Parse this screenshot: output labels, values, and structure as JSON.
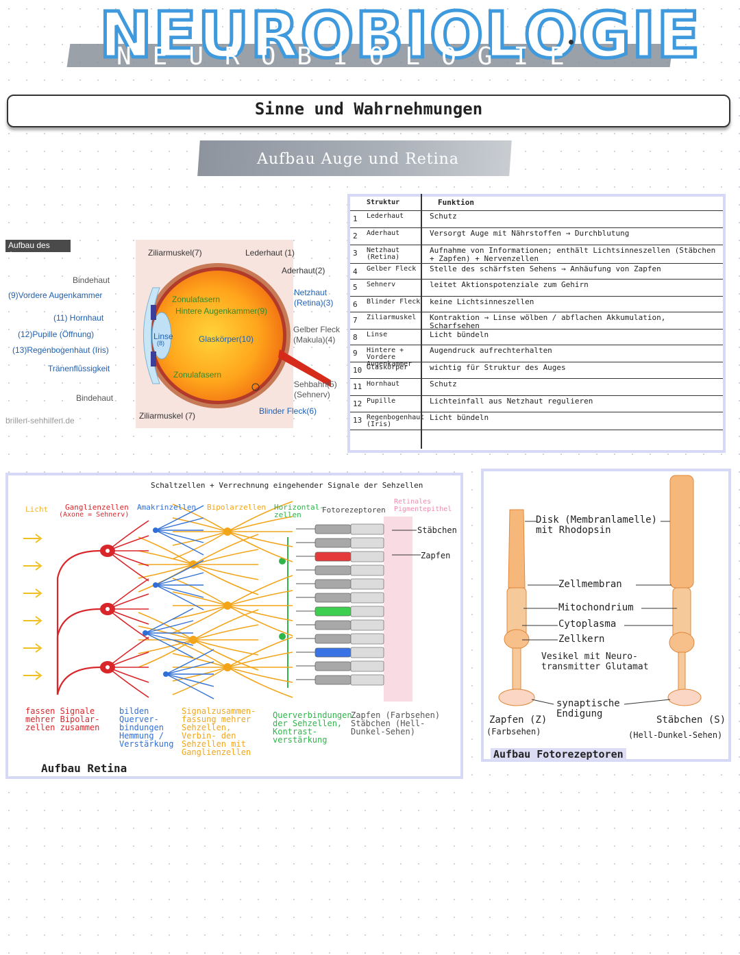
{
  "header": {
    "title_outline": "NEUROBIOLOGIE",
    "title_spaced": "NEUROBIOLOGIE",
    "subject": "Sinne und Wahrnehmungen",
    "section": "Aufbau Auge und Retina"
  },
  "eye_figure": {
    "caption": "Aufbau des Auges",
    "source": "brillen-sehhilfen.de",
    "labels": {
      "ziliarmuskel_top": "Ziliarmuskel(7)",
      "lederhaut": "Lederhaut (1)",
      "aderhaut": "Aderhaut(2)",
      "bindehaut_top": "Bindehaut",
      "vordere_augenkammer": "(9)Vordere Augenkammer",
      "zonulafasern_top": "Zonulafasern",
      "hintere_augenkammer": "Hintere Augenkammer(9)",
      "netzhaut": "Netzhaut",
      "retina": "(Retina)(3)",
      "hornhaut": "(11) Hornhaut",
      "linse": "Linse",
      "linse_num": "(8)",
      "pupille": "(12)Pupille (Öffnung)",
      "glaskoerper": "Glaskörper(10)",
      "gelber_fleck": "Gelber Fleck",
      "makula": "(Makula)(4)",
      "regenbogenhaut": "(13)Regenbogenhaut (Iris)",
      "traenenfluessigkeit": "Tränenflüssigkeit",
      "zonulafasern_bottom": "Zonulafasern",
      "sehbahn": "Sehbahn(5)",
      "sehnerv": "(Sehnerv)",
      "bindehaut_bottom": "Bindehaut",
      "ziliarmuskel_bottom": "Ziliarmuskel (7)",
      "blinder_fleck": "Blinder Fleck(6)"
    }
  },
  "table": {
    "col_struktur": "Struktur",
    "col_funktion": "Funktion",
    "rows": [
      {
        "num": "1",
        "name": "Lederhaut",
        "func": "Schutz"
      },
      {
        "num": "2",
        "name": "Aderhaut",
        "func": "Versorgt Auge mit Nährstoffen → Durchblutung"
      },
      {
        "num": "3",
        "name": "Netzhaut (Retina)",
        "func": "Aufnahme von Informationen; enthält Lichtsinneszellen (Stäbchen + Zapfen) + Nervenzellen"
      },
      {
        "num": "4",
        "name": "Gelber Fleck",
        "func": "Stelle des schärfsten Sehens → Anhäufung von Zapfen"
      },
      {
        "num": "5",
        "name": "Sehnerv",
        "func": "leitet Aktionspotenziale zum Gehirn"
      },
      {
        "num": "6",
        "name": "Blinder Fleck",
        "func": "keine Lichtsinneszellen"
      },
      {
        "num": "7",
        "name": "Ziliarmuskel",
        "func": "Kontraktion → Linse wölben / abflachen Akkumulation, Scharfsehen"
      },
      {
        "num": "8",
        "name": "Linse",
        "func": "Licht bündeln"
      },
      {
        "num": "9",
        "name": "Hintere + Vordere Augenkammer",
        "func": "Augendruck aufrechterhalten"
      },
      {
        "num": "10",
        "name": "Glaskörper",
        "func": "wichtig für Struktur des Auges"
      },
      {
        "num": "11",
        "name": "Hornhaut",
        "func": "Schutz"
      },
      {
        "num": "12",
        "name": "Pupille",
        "func": "Lichteinfall aus Netzhaut regulieren"
      },
      {
        "num": "13",
        "name": "Regenbogenhaut (Iris)",
        "func": "Licht bündeln"
      }
    ]
  },
  "retina": {
    "top_note": "Schaltzellen + Verrechnung eingehender Signale der Sehzellen",
    "licht": "Licht",
    "ganglienzellen": "Ganglienzellen",
    "axone": "(Axone = Sehnerv)",
    "amakrinzellen": "Amakrinzellen",
    "bipolarzellen": "Bipolarzellen",
    "horizontalzellen": "Horizontal- zellen",
    "fotorezeptoren": "Fotorezeptoren",
    "pigmentepithel": "Retinales Pigmentepithel",
    "staebchen": "Stäbchen",
    "zapfen": "Zapfen",
    "desc_ganglien": "fassen Signale mehrer Bipolar- zellen zusammen",
    "desc_amakrin": "bilden Querver- bindungen Hemmung / Verstärkung",
    "desc_bipolar": "Signalzusammen- fassung mehrer Sehzellen, Verbin- den Sehzellen mit Ganglienzellen",
    "desc_horizontal": "Querverbindungen der Sehzellen, Kontrast- verstärkung",
    "desc_foto": "Zapfen (Farbsehen) Stäbchen (Hell-Dunkel-Sehen)",
    "caption": "Aufbau Retina"
  },
  "photoreceptors": {
    "disk": "Disk (Membranlamelle) mit Rhodopsin",
    "zellmembran": "Zellmembran",
    "mitochondrium": "Mitochondrium",
    "cytoplasma": "Cytoplasma",
    "zellkern": "Zellkern",
    "vesikel": "Vesikel mit Neuro- transmitter Glutamat",
    "synaptische": "synaptische Endigung",
    "zapfen_label": "Zapfen (Z)",
    "zapfen_sub": "(Farbsehen)",
    "staebchen_label": "Stäbchen (S)",
    "staebchen_sub": "(Hell-Dunkel-Sehen)",
    "caption": "Aufbau Fotorezeptoren"
  },
  "colors": {
    "title_blue": "#3f99dd",
    "ganglion_red": "#d9262b",
    "amacrine_blue": "#2f6fd6",
    "bipolar_orange": "#f2a51a",
    "horizontal_green": "#2fb54a",
    "receptor_gray": "#a8a8a8",
    "pigment_pink": "#f9dce3",
    "cell_orange": "#f5b87a"
  }
}
